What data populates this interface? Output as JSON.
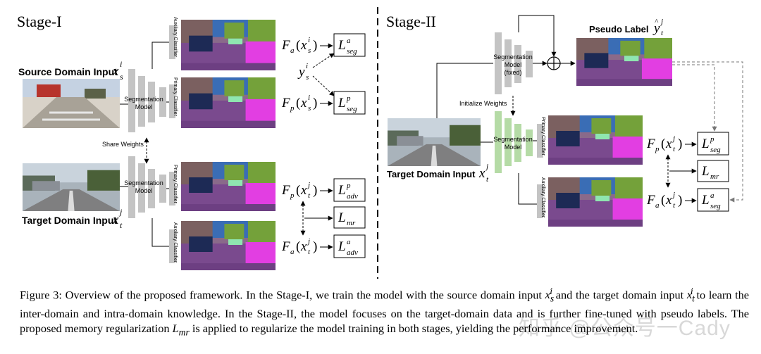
{
  "stage1": {
    "title": "Stage-I",
    "source_input_label": "Source Domain Input",
    "target_input_label": "Target Domain Input",
    "seg_model_label": [
      "Segmentation",
      "Model"
    ],
    "share_weights": "Share Weights",
    "auxiliary_classifier": "Auxiliary Classifier",
    "primary_classifier": "Primary Classifier",
    "math": {
      "xs": "x",
      "xs_sub": "s",
      "xs_sup": "i",
      "xt": "x",
      "xt_sub": "t",
      "xt_sup": "j",
      "fa_src": "F",
      "fa_sub": "a",
      "fp_src": "F",
      "fp_sub": "p",
      "ys": "y",
      "ys_sub": "s",
      "ys_sup": "i",
      "L": "L",
      "seg": "seg",
      "adv": "adv",
      "mr": "mr",
      "a": "a",
      "p": "p"
    }
  },
  "stage2": {
    "title": "Stage-II",
    "pseudo_label": "Pseudo Label",
    "seg_model_fixed_label": [
      "Segmentation",
      "Model",
      "(fixed)"
    ],
    "seg_model_label": [
      "Segmentation",
      "Model"
    ],
    "initialize_weights": "Initialize Weights",
    "target_input_label": "Target Domain Input",
    "primary_classifier": "Primary Classifier",
    "auxiliary_classifier": "Auxiliary Classifier",
    "plus_symbol": "⊕"
  },
  "caption": {
    "figure_label": "Figure 3:",
    "text_1": "Overview of the proposed framework. In the Stage-I, we train the model with the source domain input",
    "text_2": "and the target domain input",
    "text_3": "to learn the inter-domain and intra-domain knowledge. In the Stage-II, the model focuses on the target-domain data and is further fine-tuned with pseudo labels. The proposed memory regularization",
    "text_4": "is applied to regularize the model training in both stages, yielding the performance improvement."
  },
  "watermark": "知乎 @公众号一Cady",
  "colors": {
    "gray_block": "#c4c4c4",
    "green_block": "#b5dba6",
    "divider": "#000000",
    "road": "#7a4a8e",
    "sky": "#3a6db5",
    "vegetation": "#74a13a",
    "building": "#9c7272",
    "sidewalk": "#e23ee2"
  }
}
